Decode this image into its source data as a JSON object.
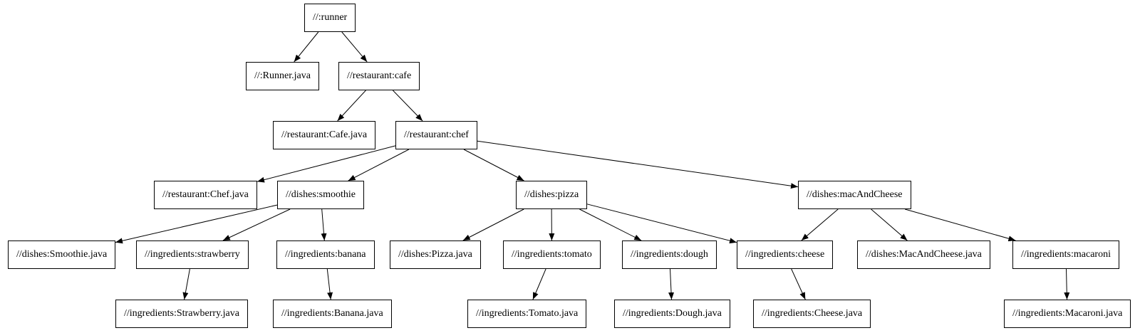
{
  "diagram": {
    "type": "dependency-graph",
    "colors": {
      "background": "#ffffff",
      "node_border": "#000000",
      "node_fill": "#ffffff",
      "edge": "#000000",
      "text": "#000000"
    },
    "nodes": [
      {
        "id": "runner",
        "label": "//:runner"
      },
      {
        "id": "runner_java",
        "label": "//:Runner.java"
      },
      {
        "id": "cafe",
        "label": "//restaurant:cafe"
      },
      {
        "id": "cafe_java",
        "label": "//restaurant:Cafe.java"
      },
      {
        "id": "chef",
        "label": "//restaurant:chef"
      },
      {
        "id": "chef_java",
        "label": "//restaurant:Chef.java"
      },
      {
        "id": "smoothie",
        "label": "//dishes:smoothie"
      },
      {
        "id": "pizza",
        "label": "//dishes:pizza"
      },
      {
        "id": "macandcheese",
        "label": "//dishes:macAndCheese"
      },
      {
        "id": "smoothie_java",
        "label": "//dishes:Smoothie.java"
      },
      {
        "id": "strawberry",
        "label": "//ingredients:strawberry"
      },
      {
        "id": "banana",
        "label": "//ingredients:banana"
      },
      {
        "id": "pizza_java",
        "label": "//dishes:Pizza.java"
      },
      {
        "id": "tomato",
        "label": "//ingredients:tomato"
      },
      {
        "id": "dough",
        "label": "//ingredients:dough"
      },
      {
        "id": "cheese",
        "label": "//ingredients:cheese"
      },
      {
        "id": "macandcheese_java",
        "label": "//dishes:MacAndCheese.java"
      },
      {
        "id": "macaroni",
        "label": "//ingredients:macaroni"
      },
      {
        "id": "strawberry_java",
        "label": "//ingredients:Strawberry.java"
      },
      {
        "id": "banana_java",
        "label": "//ingredients:Banana.java"
      },
      {
        "id": "tomato_java",
        "label": "//ingredients:Tomato.java"
      },
      {
        "id": "dough_java",
        "label": "//ingredients:Dough.java"
      },
      {
        "id": "cheese_java",
        "label": "//ingredients:Cheese.java"
      },
      {
        "id": "macaroni_java",
        "label": "//ingredients:Macaroni.java"
      }
    ],
    "edges": [
      {
        "from": "runner",
        "to": "runner_java"
      },
      {
        "from": "runner",
        "to": "cafe"
      },
      {
        "from": "cafe",
        "to": "cafe_java"
      },
      {
        "from": "cafe",
        "to": "chef"
      },
      {
        "from": "chef",
        "to": "chef_java"
      },
      {
        "from": "chef",
        "to": "smoothie"
      },
      {
        "from": "chef",
        "to": "pizza"
      },
      {
        "from": "chef",
        "to": "macandcheese"
      },
      {
        "from": "smoothie",
        "to": "smoothie_java"
      },
      {
        "from": "smoothie",
        "to": "strawberry"
      },
      {
        "from": "smoothie",
        "to": "banana"
      },
      {
        "from": "strawberry",
        "to": "strawberry_java"
      },
      {
        "from": "banana",
        "to": "banana_java"
      },
      {
        "from": "pizza",
        "to": "pizza_java"
      },
      {
        "from": "pizza",
        "to": "tomato"
      },
      {
        "from": "pizza",
        "to": "dough"
      },
      {
        "from": "pizza",
        "to": "cheese"
      },
      {
        "from": "macandcheese",
        "to": "cheese"
      },
      {
        "from": "macandcheese",
        "to": "macandcheese_java"
      },
      {
        "from": "macandcheese",
        "to": "macaroni"
      },
      {
        "from": "tomato",
        "to": "tomato_java"
      },
      {
        "from": "dough",
        "to": "dough_java"
      },
      {
        "from": "cheese",
        "to": "cheese_java"
      },
      {
        "from": "macaroni",
        "to": "macaroni_java"
      }
    ]
  }
}
